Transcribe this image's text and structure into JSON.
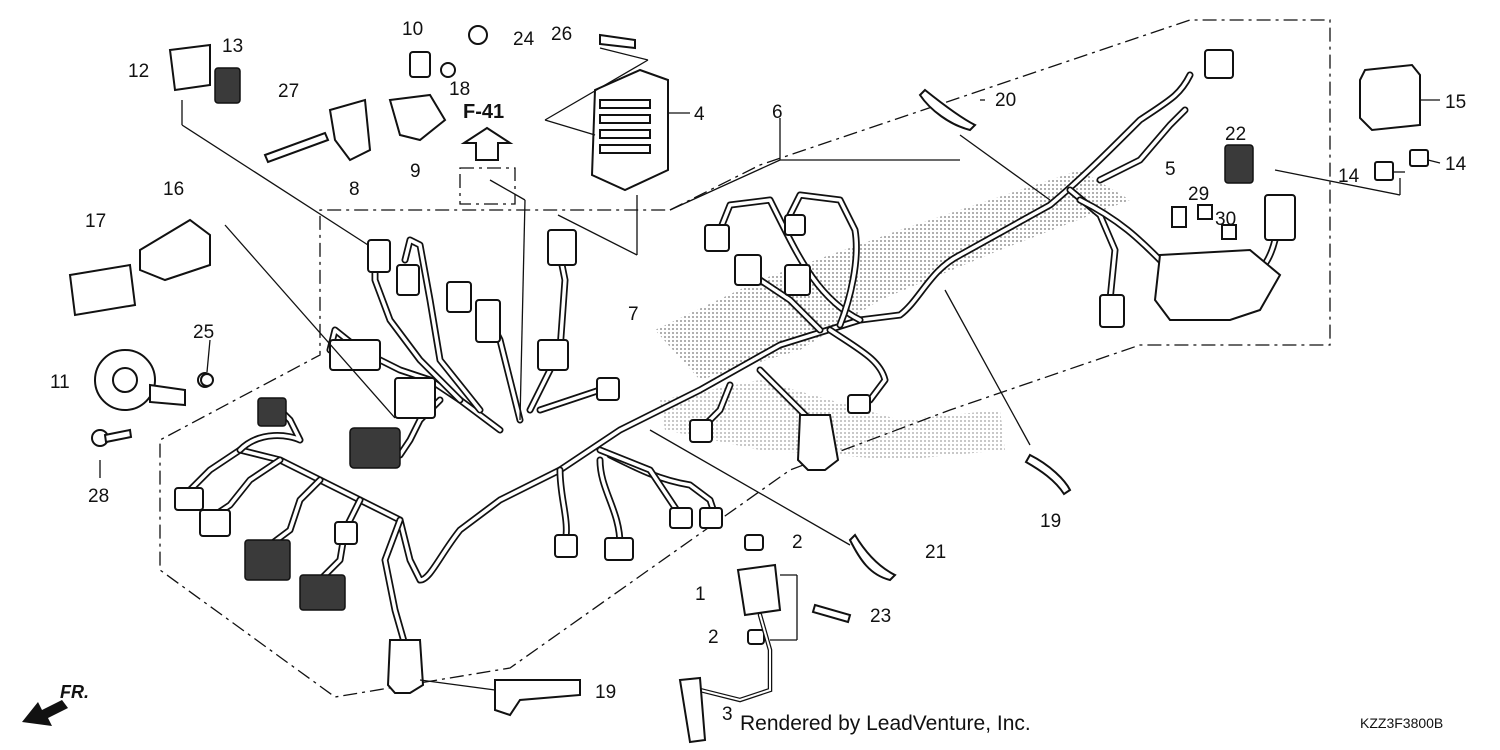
{
  "callouts": {
    "c1": "1",
    "c2a": "2",
    "c2b": "2",
    "c3": "3",
    "c4": "4",
    "c5": "5",
    "c6": "6",
    "c7": "7",
    "c8": "8",
    "c9": "9",
    "c10": "10",
    "c11": "11",
    "c12": "12",
    "c13": "13",
    "c14a": "14",
    "c14b": "14",
    "c15": "15",
    "c16": "16",
    "c17": "17",
    "c18": "18",
    "c19a": "19",
    "c19b": "19",
    "c20": "20",
    "c21": "21",
    "c22": "22",
    "c23": "23",
    "c24": "24",
    "c25": "25",
    "c26": "26",
    "c27": "27",
    "c28": "28",
    "c29": "29",
    "c30": "30"
  },
  "reference": {
    "label": "F-41"
  },
  "footer": {
    "watermark": "Rendered by LeadVenture, Inc.",
    "code": "KZZ3F3800B",
    "direction": "FR."
  },
  "icons": [
    "front-direction-arrow-icon",
    "up-arrow-icon",
    "bolt-icon",
    "nut-icon",
    "clamp-icon"
  ]
}
